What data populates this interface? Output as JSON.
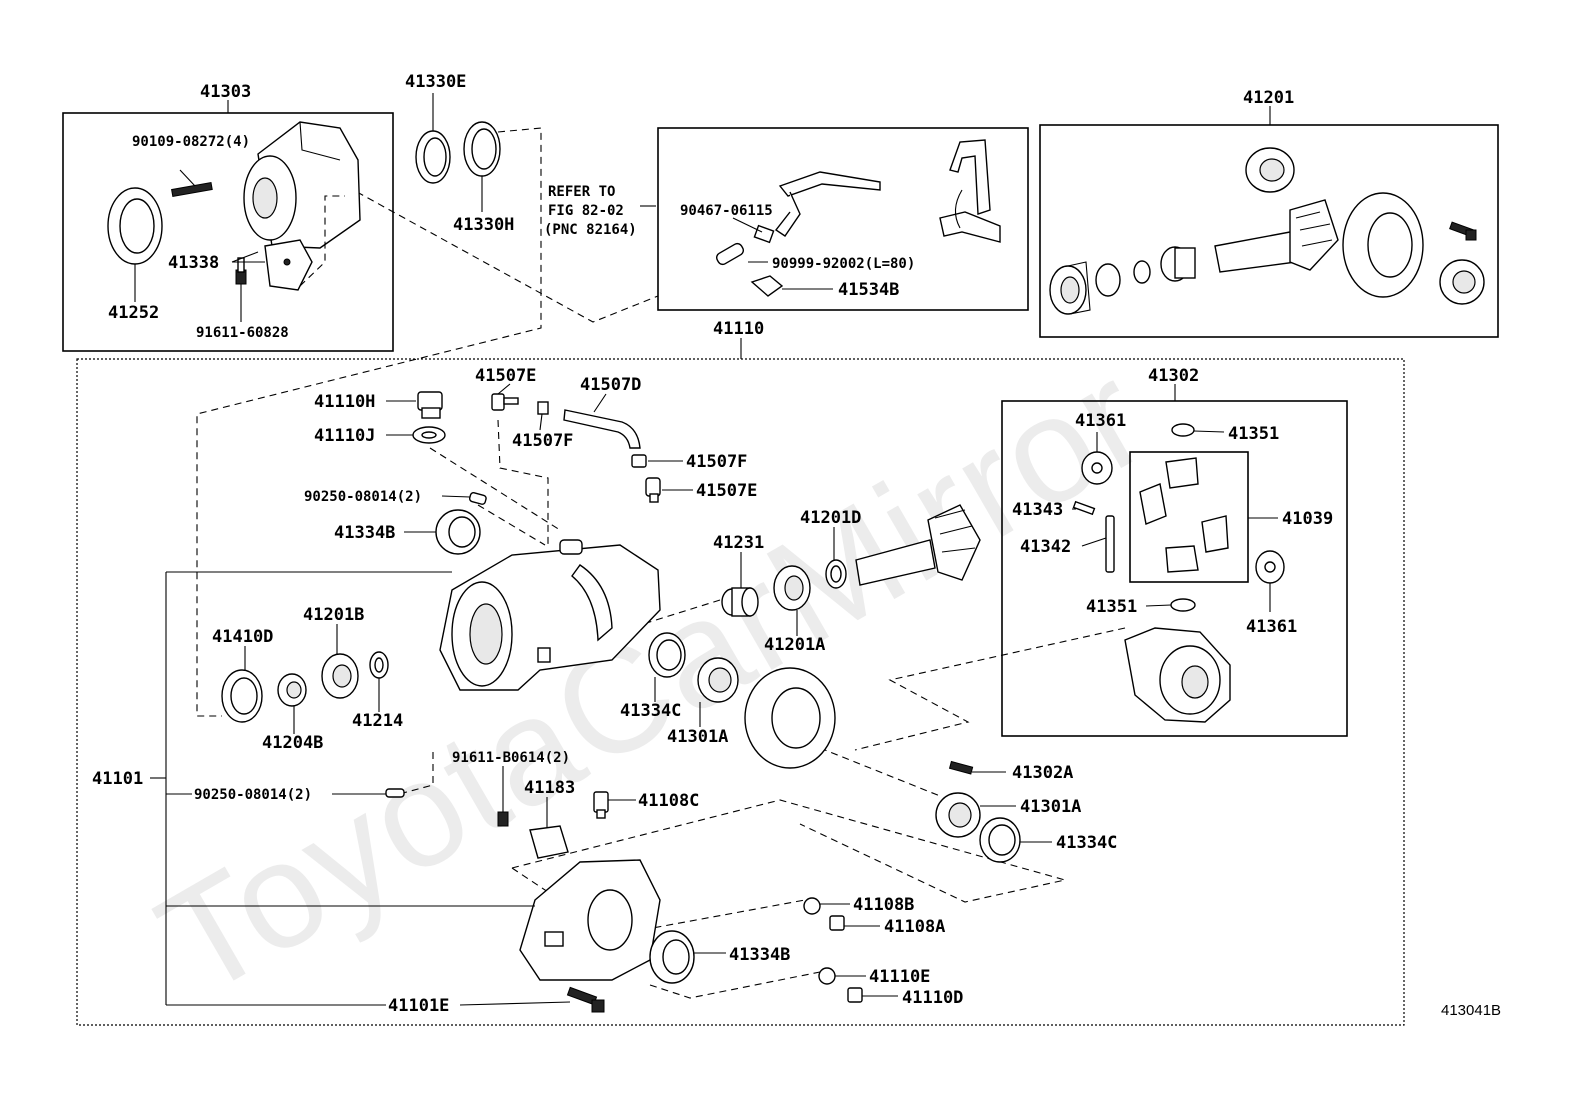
{
  "diagram_id": "413041B",
  "watermark": "ToyotaCarMirror",
  "refer": {
    "line1": "REFER TO",
    "line2": "FIG 82-02",
    "line3": "(PNC 82164)"
  },
  "labels": {
    "p41303": "41303",
    "p90109": "90109-08272(4)",
    "p41338": "41338",
    "p41252": "41252",
    "p91611_60828": "91611-60828",
    "p41330E": "41330E",
    "p41330H": "41330H",
    "p90467": "90467-06115",
    "p90999": "90999-92002(L=80)",
    "p41534B": "41534B",
    "p41201": "41201",
    "p41110": "41110",
    "p41110H": "41110H",
    "p41110J": "41110J",
    "p41507E_top": "41507E",
    "p41507F_top": "41507F",
    "p41507D": "41507D",
    "p41507F": "41507F",
    "p41507E": "41507E",
    "p90250_top": "90250-08014(2)",
    "p41334B_top": "41334B",
    "p41201D": "41201D",
    "p41231": "41231",
    "p41201A": "41201A",
    "p41410D": "41410D",
    "p41201B": "41201B",
    "p41214": "41214",
    "p41204B": "41204B",
    "p41334C_left": "41334C",
    "p41301A_left": "41301A",
    "p41101": "41101",
    "p90250_bot": "90250-08014(2)",
    "p91611_B0614": "91611-B0614(2)",
    "p41183": "41183",
    "p41108C": "41108C",
    "p41302A": "41302A",
    "p41301A_right": "41301A",
    "p41334C_right": "41334C",
    "p41108B": "41108B",
    "p41108A": "41108A",
    "p41334B_bot": "41334B",
    "p41110E": "41110E",
    "p41110D": "41110D",
    "p41101E": "41101E",
    "p41302": "41302",
    "p41361_top": "41361",
    "p41351_top": "41351",
    "p41343": "41343",
    "p41342": "41342",
    "p41039": "41039",
    "p41351_bot": "41351",
    "p41361_bot": "41361"
  }
}
